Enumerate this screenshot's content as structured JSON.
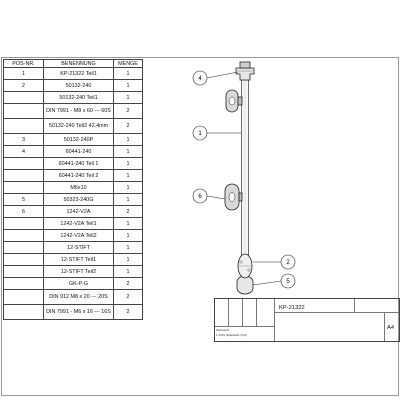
{
  "table": {
    "headers": [
      "POS-NR.",
      "BENENNUNG",
      "MENGE"
    ],
    "rows": [
      {
        "pos": "1",
        "name": "KP-21322 Teil1",
        "qty": "1",
        "h": 1
      },
      {
        "pos": "2",
        "name": "50132-240",
        "qty": "1",
        "h": 1
      },
      {
        "pos": "",
        "name": "50132-240 Teil1",
        "qty": "1",
        "h": 1
      },
      {
        "pos": "",
        "name": "DIN 7991 - M8 x 60 --- 60S",
        "qty": "2",
        "h": 2
      },
      {
        "pos": "",
        "name": "50132-240 Teil2 42.4mm",
        "qty": "2",
        "h": 2
      },
      {
        "pos": "3",
        "name": "50132-240P",
        "qty": "1",
        "h": 1
      },
      {
        "pos": "4",
        "name": "60441-240",
        "qty": "1",
        "h": 1
      },
      {
        "pos": "",
        "name": "60441-240 Teil 1",
        "qty": "1",
        "h": 1
      },
      {
        "pos": "",
        "name": "60441-240 Teil 2",
        "qty": "1",
        "h": 1
      },
      {
        "pos": "",
        "name": "M6x10",
        "qty": "1",
        "h": 1
      },
      {
        "pos": "5",
        "name": "50323-240G",
        "qty": "1",
        "h": 1
      },
      {
        "pos": "6",
        "name": "1242-V2A",
        "qty": "2",
        "h": 1
      },
      {
        "pos": "",
        "name": "1242-V2A Teil1",
        "qty": "1",
        "h": 1
      },
      {
        "pos": "",
        "name": "1242-V2A Teil2",
        "qty": "1",
        "h": 1
      },
      {
        "pos": "",
        "name": "12-STIFT",
        "qty": "1",
        "h": 1
      },
      {
        "pos": "",
        "name": "12-STIFT Teil1",
        "qty": "1",
        "h": 1
      },
      {
        "pos": "",
        "name": "12-STIFT Teil2",
        "qty": "1",
        "h": 1
      },
      {
        "pos": "",
        "name": "GK-P-G",
        "qty": "2",
        "h": 1
      },
      {
        "pos": "",
        "name": "DIN 912 M8 x 20 --- 20S",
        "qty": "2",
        "h": 2
      },
      {
        "pos": "",
        "name": "DIN 7991 - M6 x 16 --- 16S",
        "qty": "2",
        "h": 2
      }
    ]
  },
  "balloons": {
    "b4": "4",
    "b1": "1",
    "b6": "6",
    "b2": "2",
    "b5": "5"
  },
  "titleblock": {
    "drawing_no": "KP-21322",
    "format": "A4",
    "material_label": "Werkstoff",
    "material": "1.4301 (Edelstahl V2A)"
  }
}
